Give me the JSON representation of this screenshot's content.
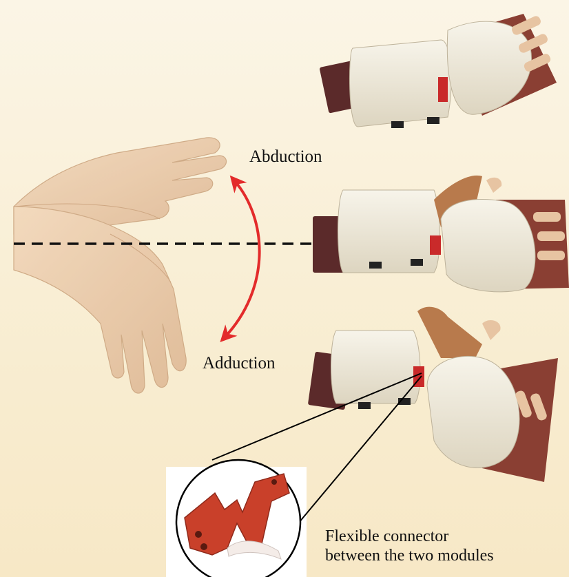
{
  "labels": {
    "abduction": "Abduction",
    "adduction": "Adduction",
    "connector_line1": "Flexible connector",
    "connector_line2": "between the two modules"
  },
  "colors": {
    "arrow": "#e32b2b",
    "connector_part": "#c9402a",
    "skin": "#e9c9a6",
    "glove_shell": "#f1ecdd",
    "glove_cuff": "#5b2a2a",
    "finger_tray": "#8a3f33",
    "dashed_line": "#111111"
  },
  "icons": {
    "arrow": "curved-double-arrow-icon",
    "dashed": "midline-dashed-icon"
  }
}
